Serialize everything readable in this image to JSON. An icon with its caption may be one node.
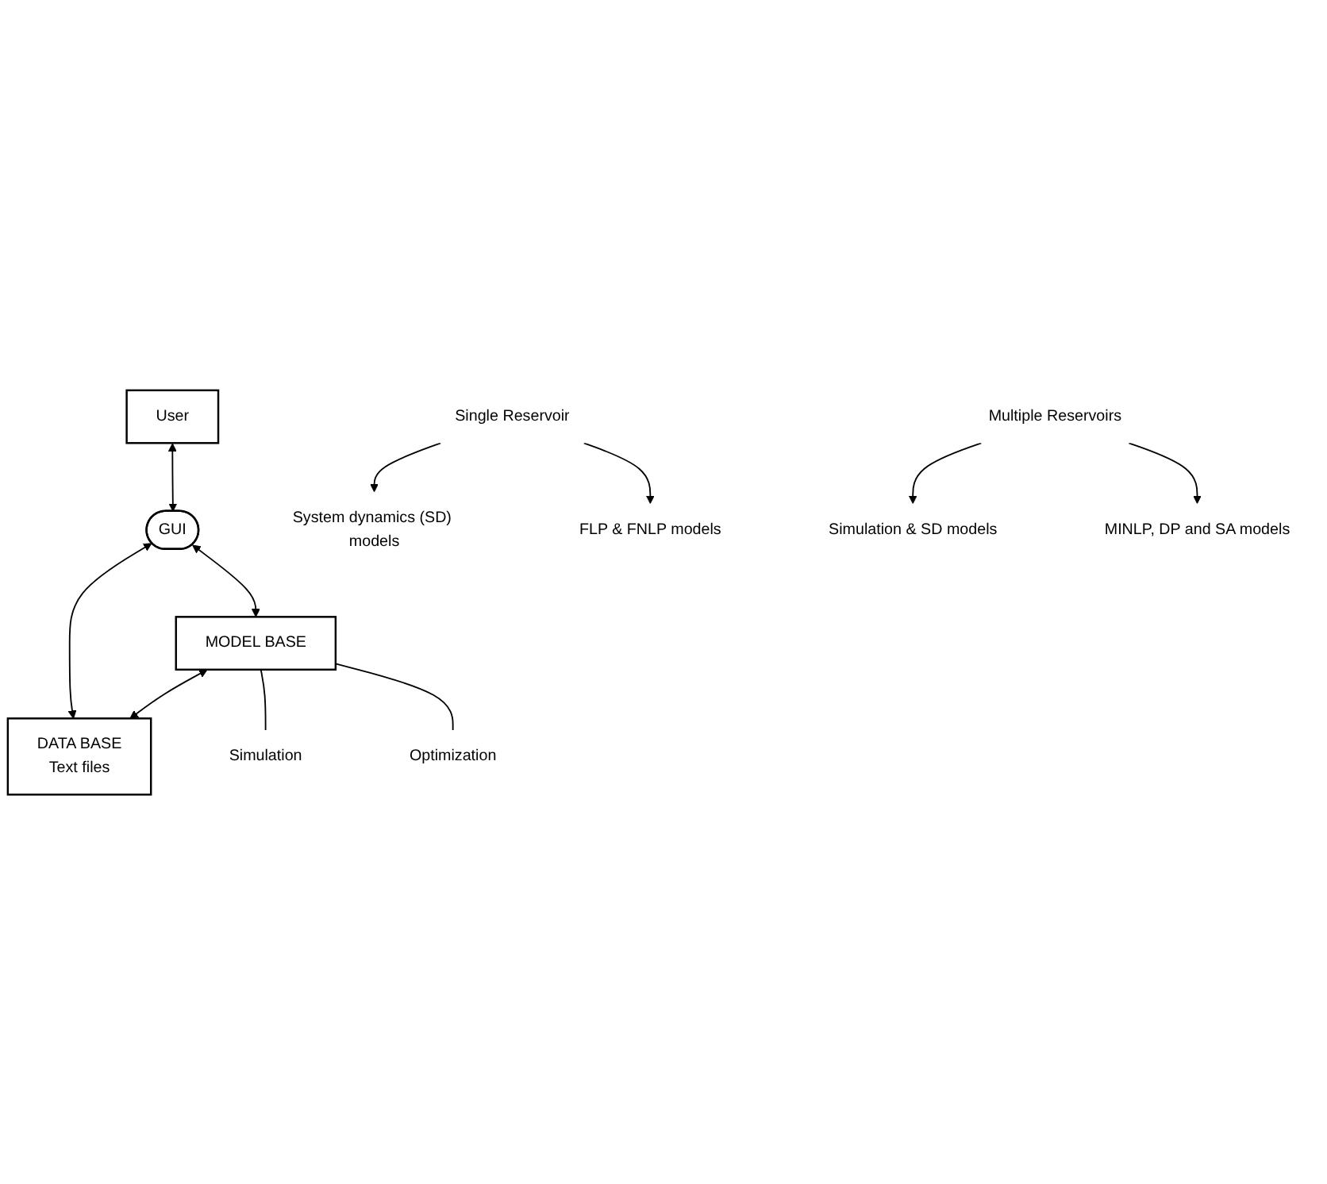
{
  "diagram": {
    "nodes": [
      {
        "text": [
          "User"
        ]
      },
      {
        "text": [
          "GUI"
        ]
      },
      {
        "text": [
          "MODEL BASE"
        ]
      },
      {
        "text": [
          "DATA BASE",
          "Text files"
        ]
      },
      {
        "text": [
          "Simulation"
        ]
      },
      {
        "text": [
          "Optimization"
        ]
      },
      {
        "text": [
          "Single Reservoir"
        ]
      },
      {
        "text": [
          "System dynamics (SD) models"
        ]
      },
      {
        "text": [
          "FLP & FNLP models"
        ]
      },
      {
        "text": [
          "Multiple Reservoirs"
        ]
      },
      {
        "text": [
          "Simulation & SD models"
        ]
      },
      {
        "text": [
          "MINLP, DP and SA models"
        ]
      }
    ],
    "edges": [
      {
        "from": 0,
        "to": 1,
        "arrow": "both"
      },
      {
        "from": 1,
        "to": 2,
        "arrow": "both"
      },
      {
        "from": 1,
        "to": 3,
        "arrow": "both"
      },
      {
        "from": 2,
        "to": 3,
        "arrow": "both"
      },
      {
        "from": 2,
        "to": 4,
        "arrow": "none"
      },
      {
        "from": 2,
        "to": 5,
        "arrow": "none"
      },
      {
        "from": 6,
        "to": 7,
        "arrow": "to"
      },
      {
        "from": 6,
        "to": 8,
        "arrow": "to"
      },
      {
        "from": 9,
        "to": 10,
        "arrow": "to"
      },
      {
        "from": 9,
        "to": 11,
        "arrow": "to"
      }
    ]
  }
}
